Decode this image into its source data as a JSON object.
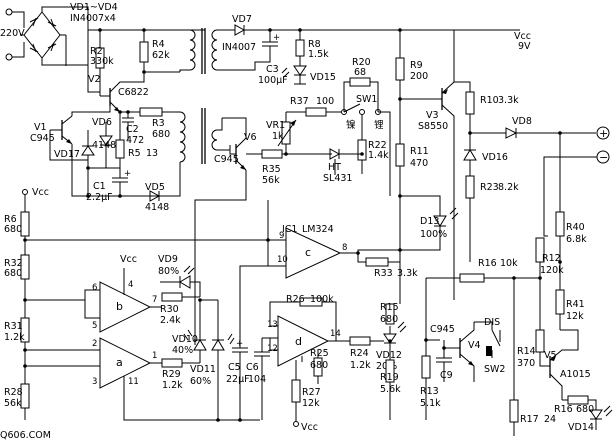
{
  "mains": {
    "voltage": "220V",
    "bridge_label": "VD1~VD4",
    "bridge_part": "IN4007x4"
  },
  "transformer": {
    "vd7": "VD7",
    "vd7_part": "IN4007"
  },
  "supply": {
    "vcc_top": "Vcc",
    "vcc_top_value": "9V",
    "plus": "+",
    "minus": "−"
  },
  "resistors": {
    "R2": "R2",
    "R2v": "330k",
    "R3": "R3",
    "R3v": "680",
    "R4": "R4",
    "R4v": "62k",
    "R5": "R5",
    "R5v": "13",
    "R6": "R6",
    "R6v": "680",
    "R8": "R8",
    "R8v": "1.5k",
    "R9": "R9",
    "R9v": "200",
    "R10": "R10",
    "R10v": "3.3k",
    "R11": "R11",
    "R11v": "470",
    "R12": "R12",
    "R12v": "120k",
    "R13": "R13",
    "R13v": "5.1k",
    "R14": "R14",
    "R14v": "370",
    "R15": "R15",
    "R15v": "680",
    "R16": "R16",
    "R16v": "10k",
    "R16b": "R16",
    "R16bv": "680",
    "R17": "R17",
    "R17v": "24",
    "R19": "R19",
    "R19v": "5.6k",
    "R20": "R20",
    "R20v": "68",
    "R22": "R22",
    "R22v": "1.4k",
    "R23": "R23",
    "R23v": "8.2k",
    "R24": "R24",
    "R24v": "1.2k",
    "R25": "R25",
    "R25v": "680",
    "R26": "R26",
    "R26v": "100k",
    "R27": "R27",
    "R27v": "12k",
    "R28": "R28",
    "R28v": "56k",
    "R29": "R29",
    "R29v": "1.2k",
    "R30": "R30",
    "R30v": "2.4k",
    "R31": "R31",
    "R31v": "1.2k",
    "R32": "R32",
    "R32v": "680",
    "R33": "R33",
    "R33v": "3.3k",
    "R35": "R35",
    "R35v": "56k",
    "R37": "R37",
    "R37v": "100",
    "R40": "R40",
    "R40v": "6.8k",
    "R41": "R41",
    "R41v": "12k",
    "VR1": "VR1",
    "VR1v": "1k"
  },
  "capacitors": {
    "C1": "C1",
    "C1v": "2.2μF",
    "C2": "C2",
    "C2v": "472",
    "C3": "C3",
    "C3v": "100μF",
    "C5": "C5",
    "C5v": "22μF",
    "C6": "C6",
    "C6v": "104",
    "C9": "C9"
  },
  "transistors": {
    "V1": "V1",
    "V1p": "C945",
    "V2": "V2",
    "V2p": "C6822",
    "V3": "V3",
    "V3p": "S8550",
    "V4": "V4",
    "V4p": "C945",
    "V5": "V5",
    "V5p": "A1015",
    "V6": "V6",
    "V6p": "C945"
  },
  "diodes": {
    "VD5": "VD5",
    "VD5p": "4148",
    "VD6": "VD6",
    "VD6p": "4148",
    "VD8": "VD8",
    "VD9": "VD9",
    "VD9p": "80%",
    "VD10": "VD10",
    "VD10p": "40%",
    "VD11": "VD11",
    "VD11p": "60%",
    "VD12": "VD12",
    "VD12p": "20%",
    "VD14": "VD14",
    "VD15": "VD15",
    "VD16": "VD16",
    "VD17": "VD17",
    "D13": "D13",
    "D13p": "100%",
    "HT": "HT",
    "HTp": "SL431"
  },
  "ic": {
    "name": "IC1",
    "part": "LM324",
    "a": "a",
    "b": "b",
    "c": "c",
    "d": "d",
    "pins": {
      "p1": "1",
      "p2": "2",
      "p3": "3",
      "p4": "4",
      "p5": "5",
      "p6": "6",
      "p7": "7",
      "p8": "8",
      "p9": "9",
      "p10": "10",
      "p11": "11",
      "p12": "12",
      "p13": "13",
      "p14": "14"
    }
  },
  "switches": {
    "SW1": "SW1",
    "SW2": "SW2",
    "DIS": "DIS",
    "ni": "镍",
    "li": "锂"
  },
  "vcc_labels": {
    "vcc_left": "Vcc",
    "vcc_b": "Vcc",
    "vcc_d": "Vcc"
  },
  "watermark": "Q606.COM"
}
